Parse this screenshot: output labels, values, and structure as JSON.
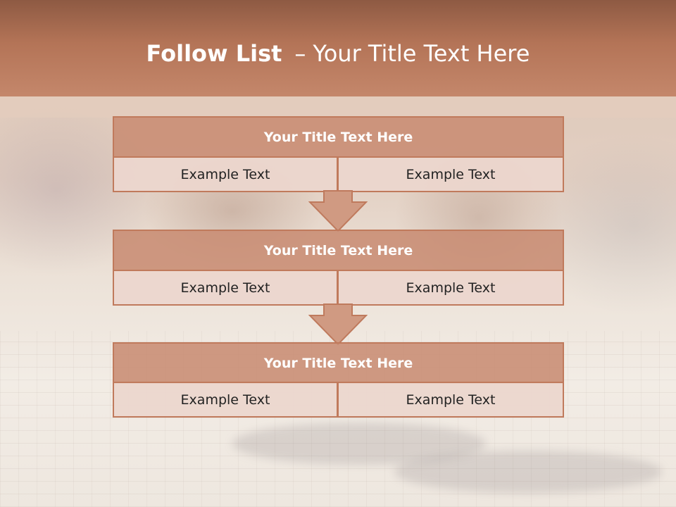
{
  "slide": {
    "title_bold": "Follow List",
    "title_dash": "–",
    "title_rest": "Your Title Text Here",
    "blocks": [
      {
        "title": "Your Title Text Here",
        "left": "Example Text",
        "right": "Example Text"
      },
      {
        "title": "Your Title Text Here",
        "left": "Example Text",
        "right": "Example Text"
      },
      {
        "title": "Your Title Text Here",
        "left": "Example Text",
        "right": "Example Text"
      }
    ]
  },
  "icons": [
    "down-arrow-icon",
    "down-arrow-icon"
  ],
  "colors": {
    "header": "#b47457",
    "block_title": "#cc8c73",
    "cell_fill": "#ecd6ce",
    "border": "#c07a5c"
  }
}
